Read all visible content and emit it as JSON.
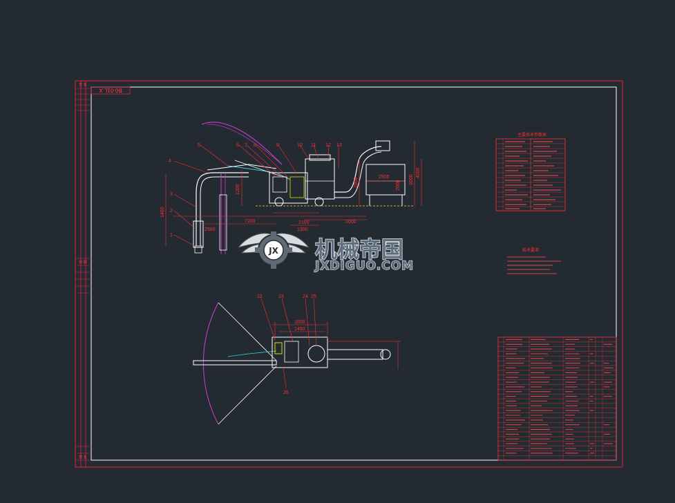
{
  "drawing_code": "B0-01L.X",
  "side_labels": {
    "top": "签 名",
    "mid": "日 期",
    "bottom": "签 名"
  },
  "front_view": {
    "part_numbers": [
      "1",
      "2",
      "3",
      "4",
      "5",
      "6",
      "7",
      "8",
      "9",
      "10",
      "11",
      "12",
      "13"
    ],
    "dimensions": [
      "2900",
      "2100",
      "1300",
      "3000",
      "7200",
      "2500",
      "1400",
      "1200",
      "2800",
      "3000",
      "4000",
      "2000"
    ]
  },
  "top_view": {
    "part_numbers": [
      "22",
      "23",
      "24",
      "25",
      "26"
    ],
    "dimensions": [
      "1600",
      "1450"
    ]
  },
  "spec_table_title": "主要技术参数表",
  "tech_req_title": "技术要求",
  "watermark": {
    "title": "机械帝国",
    "subtitle": "JXDIGUO.COM"
  },
  "colors": {
    "background": "#232a32",
    "frame": "#e8203a",
    "inner_border": "#ffffff",
    "machine": "#ffffff",
    "swing_arc": "#d040d0",
    "dimension": "#ff3030",
    "highlight": "#e0e000",
    "accent_cyan": "#40d0e0"
  }
}
